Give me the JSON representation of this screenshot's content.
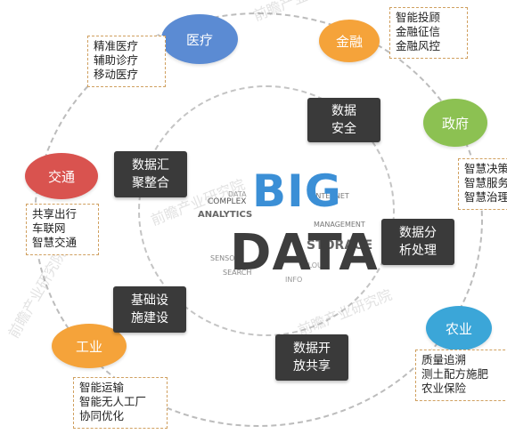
{
  "big_data": {
    "line1": "BIG",
    "line2": "DATA",
    "words": [
      "COMPLEX",
      "ANALYTICS",
      "STORAGE",
      "INTERNET",
      "MANAGEMENT",
      "SENSORS",
      "SEARCH",
      "DATA",
      "CLOUD",
      "INFO"
    ]
  },
  "domains": [
    {
      "id": "medical",
      "label": "医疗",
      "color": "#5b8bd3",
      "items": [
        "精准医疗",
        "辅助诊疗",
        "移动医疗"
      ]
    },
    {
      "id": "finance",
      "label": "金融",
      "color": "#f5a33a",
      "items": [
        "智能投顾",
        "金融征信",
        "金融风控"
      ]
    },
    {
      "id": "government",
      "label": "政府",
      "color": "#8cc152",
      "items": [
        "智慧决策",
        "智慧服务",
        "智慧治理"
      ]
    },
    {
      "id": "transport",
      "label": "交通",
      "color": "#d9534f",
      "items": [
        "共享出行",
        "车联网",
        "智慧交通"
      ]
    },
    {
      "id": "agriculture",
      "label": "农业",
      "color": "#3ba6d8",
      "items": [
        "质量追溯",
        "测土配方施肥",
        "农业保险"
      ]
    },
    {
      "id": "industry",
      "label": "工业",
      "color": "#f5a33a",
      "items": [
        "智能运输",
        "智能无人工厂",
        "协同优化"
      ]
    }
  ],
  "stages": [
    {
      "id": "security",
      "lines": [
        "数据",
        "安全"
      ]
    },
    {
      "id": "aggregate",
      "lines": [
        "数据汇",
        "聚整合"
      ]
    },
    {
      "id": "analysis",
      "lines": [
        "数据分",
        "析处理"
      ]
    },
    {
      "id": "infrastructure",
      "lines": [
        "基础设",
        "施建设"
      ]
    },
    {
      "id": "sharing",
      "lines": [
        "数据开",
        "放共享"
      ]
    }
  ],
  "watermarks": [
    "前瞻产业研究院",
    "前瞻产业研究院",
    "前瞻产业研究院",
    "前瞻产业研究院"
  ]
}
